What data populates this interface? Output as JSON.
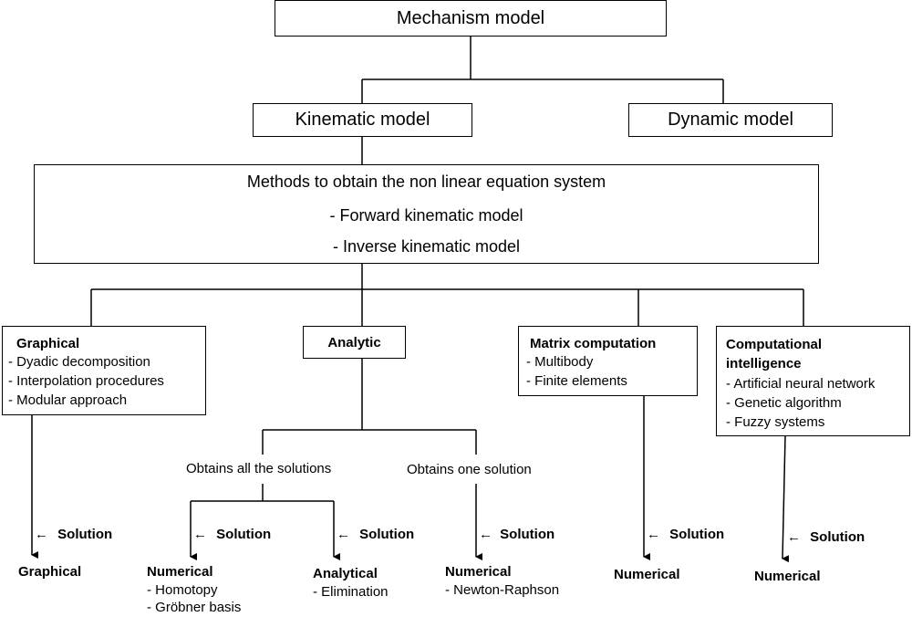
{
  "top_box": {
    "label": "Mechanism model"
  },
  "kinematic_box": {
    "label": "Kinematic model"
  },
  "dynamic_box": {
    "label": "Dynamic model"
  },
  "methods_box": {
    "title": "Methods to obtain the non linear equation system",
    "line1": "- Forward kinematic model",
    "line2": "- Inverse kinematic model"
  },
  "graphical_box": {
    "title": "Graphical",
    "items": [
      "- Dyadic decomposition",
      "- Interpolation procedures",
      "- Modular approach"
    ]
  },
  "analytic_box": {
    "title": "Analytic"
  },
  "matrix_box": {
    "title": "Matrix computation",
    "items": [
      "- Multibody",
      "- Finite elements"
    ]
  },
  "ci_box": {
    "title_line1": "Computational",
    "title_line2": "intelligence",
    "items": [
      "- Artificial neural network",
      "- Genetic algorithm",
      "- Fuzzy systems"
    ]
  },
  "branch_labels": {
    "all_solutions": "Obtains all the solutions",
    "one_solution": "Obtains one solution"
  },
  "solution_label": "Solution",
  "arrow_glyph": "←",
  "outcomes": {
    "graphical": {
      "title": "Graphical"
    },
    "numerical_all": {
      "title": "Numerical",
      "items": [
        "- Homotopy",
        "- Gröbner basis"
      ]
    },
    "analytical": {
      "title": "Analytical",
      "items": [
        "- Elimination"
      ]
    },
    "numerical_one": {
      "title": "Numerical",
      "items": [
        "- Newton-Raphson"
      ]
    },
    "numerical_matrix": {
      "title": "Numerical"
    },
    "numerical_ci": {
      "title": "Numerical"
    }
  }
}
